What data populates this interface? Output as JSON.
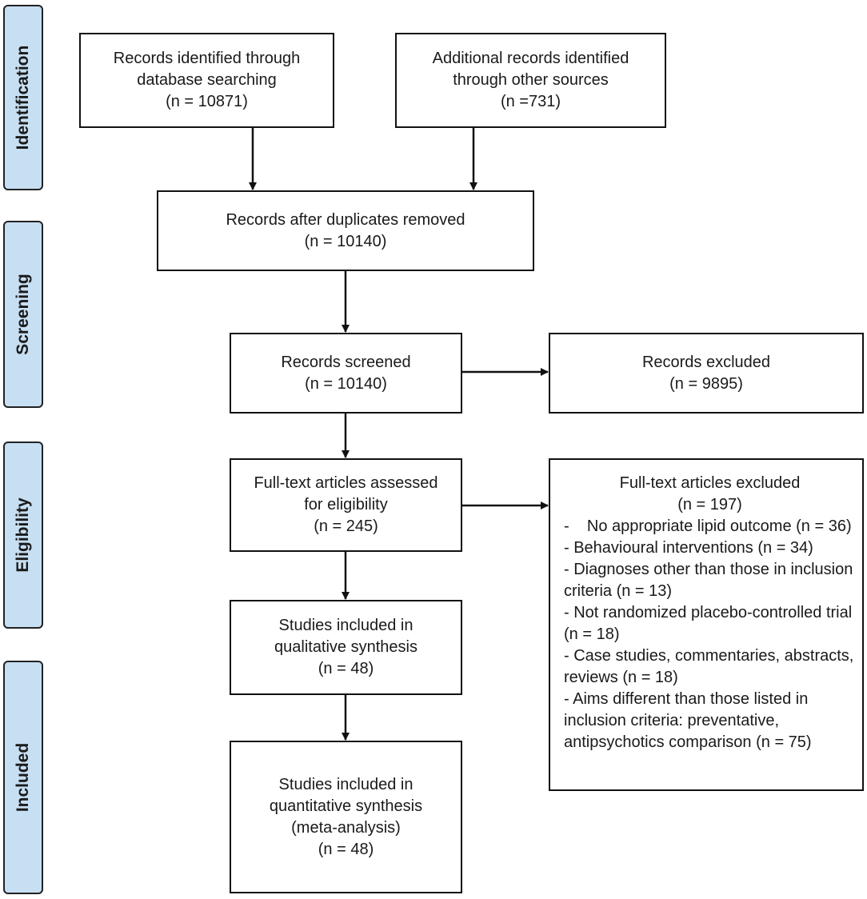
{
  "stages": {
    "identification": "Identification",
    "screening": "Screening",
    "eligibility": "Eligibility",
    "included": "Included"
  },
  "boxes": {
    "database_records": {
      "line1": "Records identified through",
      "line2": "database searching",
      "count": "(n = 10871)"
    },
    "other_records": {
      "line1": "Additional records identified",
      "line2": "through other sources",
      "count": "(n =731)"
    },
    "after_duplicates": {
      "line1": "Records after duplicates removed",
      "count": "(n = 10140)"
    },
    "screened": {
      "line1": "Records screened",
      "count": "(n = 10140)"
    },
    "excluded": {
      "line1": "Records excluded",
      "count": "(n = 9895)"
    },
    "fulltext_assessed": {
      "line1": "Full-text articles assessed",
      "line2": "for eligibility",
      "count": "(n = 245)"
    },
    "fulltext_excluded": {
      "title": "Full-text articles excluded",
      "count": "(n = 197)",
      "reasons": [
        "-    No appropriate lipid outcome (n = 36)",
        "- Behavioural interventions (n = 34)",
        "- Diagnoses other than those in inclusion criteria (n = 13)",
        "- Not randomized placebo-controlled trial (n = 18)",
        "- Case studies, commentaries, abstracts, reviews (n = 18)",
        "- Aims different than those listed in inclusion criteria: preventative, antipsychotics comparison (n = 75)"
      ]
    },
    "qualitative": {
      "line1": "Studies included in",
      "line2": "qualitative synthesis",
      "count": "(n = 48)"
    },
    "quantitative": {
      "line1": "Studies included in",
      "line2": "quantitative synthesis",
      "line3": "(meta-analysis)",
      "count": "(n = 48)"
    }
  }
}
